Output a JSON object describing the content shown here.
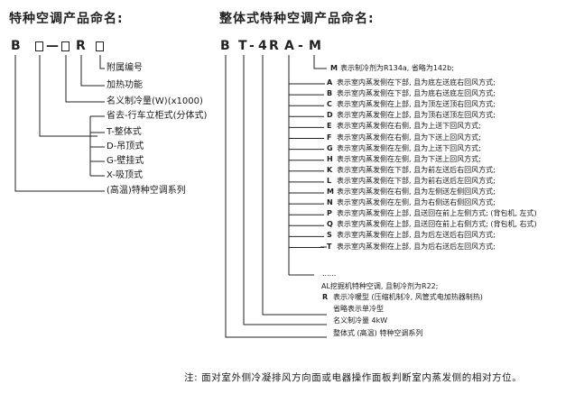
{
  "left": {
    "title": "特种空调产品命名:",
    "code": {
      "prefix": "B",
      "dash": "—",
      "r": "R"
    },
    "labels": [
      "附属编号",
      "加热功能",
      "名义制冷量(W)(x1000)",
      "省去-行车立柜式(分体式)",
      "T-整体式",
      "D-吊顶式",
      "G-壁挂式",
      "X-吸顶式",
      "(高温)特种空调系列"
    ]
  },
  "right": {
    "title": "整体式特种空调产品命名:",
    "code": [
      "B",
      "T",
      "-",
      "4",
      "R",
      "A",
      "-",
      "M"
    ],
    "m_row": {
      "letter": "M",
      "text": "表示制冷剂为R134a, 省略为142b;"
    },
    "rows": [
      {
        "letter": "A",
        "text": "表示室内蒸发侧在下部, 且为底左送底右回风方式;"
      },
      {
        "letter": "B",
        "text": "表示室内蒸发侧在下部, 且为底右送底左回风方式;"
      },
      {
        "letter": "C",
        "text": "表示室内蒸发侧在上部, 且为顶左送顶右回风方式;"
      },
      {
        "letter": "D",
        "text": "表示室内蒸发侧在上部, 且为顶右送顶左回风方式;"
      },
      {
        "letter": "E",
        "text": "表示室内蒸发侧在右侧, 且为上送下回风方式;"
      },
      {
        "letter": "F",
        "text": "表示室内蒸发侧在右侧, 且为下送上回风方式;"
      },
      {
        "letter": "G",
        "text": "表示室内蒸发侧在左侧, 且为上送下回风方式;"
      },
      {
        "letter": "H",
        "text": "表示室内蒸发侧在左侧, 且为下送上回风方式;"
      },
      {
        "letter": "K",
        "text": "表示室内蒸发侧在下部, 且为前左送后右回风方式;"
      },
      {
        "letter": "L",
        "text": "表示室内蒸发侧在下部, 且为前右送后左回风方式;"
      },
      {
        "letter": "M",
        "text": "表示室内蒸发侧在右侧, 且为左侧送左侧回风方式;"
      },
      {
        "letter": "N",
        "text": "表示室内蒸发侧在左侧, 且为右侧送右侧回风方式;"
      },
      {
        "letter": "P",
        "text": "表示室内蒸发侧在上部, 且送回在前上左侧方式; (背包机, 左式)"
      },
      {
        "letter": "Q",
        "text": "表示室内蒸发侧在上部, 且送回在前上右侧方式; (背包机, 右式)"
      },
      {
        "letter": "S",
        "text": "表示室内蒸发侧在上部, 且为后左送后右回风方式;"
      },
      {
        "letter": "T",
        "text": "表示室内蒸发侧在上部, 且为后右送后左回风方式;"
      }
    ],
    "ellipsis": "......",
    "al_row": "AL挖掘机特种空调, 且制冷剂为R22;",
    "r_row": {
      "letter": "R",
      "text": "表示冷暖型 (压缩机制冷, 风管式电加热器制热)"
    },
    "omit_row": "省略表示单冷型",
    "capacity": "名义制冷量 4kW",
    "series": "整体式 (高温) 特种空调系列"
  },
  "note": "注: 面对室外侧冷凝排风方向面或电器操作面板判断室内蒸发侧的相对方位。"
}
